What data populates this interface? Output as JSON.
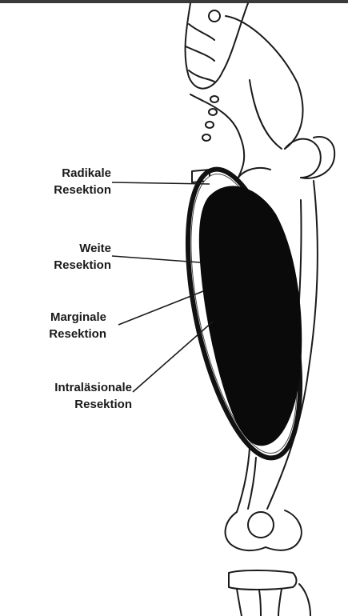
{
  "diagram": {
    "labels": {
      "radikal": {
        "line1": "Radikale",
        "line2": "Resektion"
      },
      "weit": {
        "line1": "Weite",
        "line2": "Resektion"
      },
      "marginal": {
        "line1": "Marginale",
        "line2": "Resektion"
      },
      "intral": {
        "line1": "Intraläsionale",
        "line2": "Resektion"
      }
    },
    "colors": {
      "outline": "#1a1a1a",
      "tumor": "#0a0a0a",
      "compartment_ring": "#111111",
      "capsule_gap": "#ffffff"
    }
  }
}
